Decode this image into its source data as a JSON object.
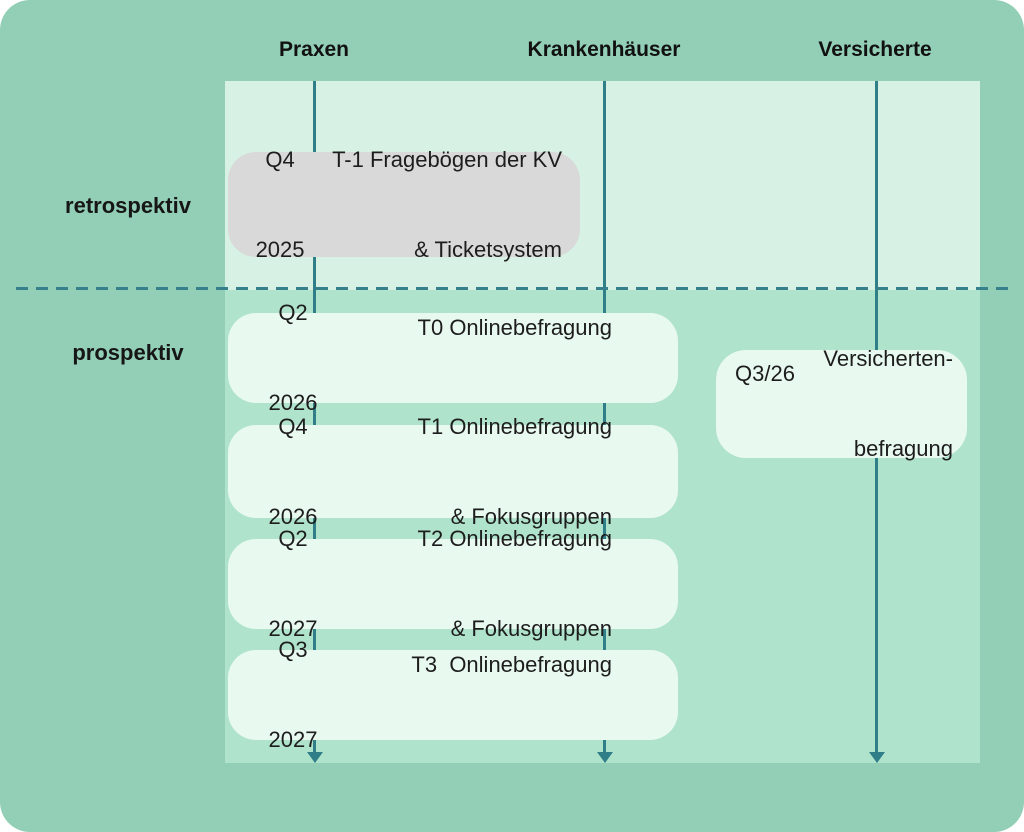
{
  "diagram": {
    "title_hint": "Studiendesign-Zeitplan",
    "columns": [
      {
        "label": "Praxen"
      },
      {
        "label": "Krankenhäuser"
      },
      {
        "label": "Versicherte"
      }
    ],
    "phases": [
      {
        "label": "retrospektiv"
      },
      {
        "label": "prospektiv"
      }
    ],
    "events": [
      {
        "phase": "retrospektiv",
        "column": "Praxen/Krankenhäuser",
        "quarter_line1": "Q4",
        "quarter_line2": "2025",
        "desc_line1": "T-1 Fragebögen der KV",
        "desc_line2": "& Ticketsystem"
      },
      {
        "phase": "prospektiv",
        "column": "Praxen/Krankenhäuser",
        "quarter_line1": "Q2",
        "quarter_line2": "2026",
        "desc_line1": "T0 Onlinebefragung",
        "desc_line2": ""
      },
      {
        "phase": "prospektiv",
        "column": "Versicherte",
        "quarter_line1": "Q3/26",
        "quarter_line2": "",
        "desc_line1": "Versicherten-",
        "desc_line2": "befragung"
      },
      {
        "phase": "prospektiv",
        "column": "Praxen/Krankenhäuser",
        "quarter_line1": "Q4",
        "quarter_line2": "2026",
        "desc_line1": "T1 Onlinebefragung",
        "desc_line2": "& Fokusgruppen"
      },
      {
        "phase": "prospektiv",
        "column": "Praxen/Krankenhäuser",
        "quarter_line1": "Q2",
        "quarter_line2": "2027",
        "desc_line1": "T2 Onlinebefragung",
        "desc_line2": "& Fokusgruppen"
      },
      {
        "phase": "prospektiv",
        "column": "Praxen/Krankenhäuser",
        "quarter_line1": "Q3",
        "quarter_line2": "2027",
        "desc_line1": "T3  Onlinebefragung",
        "desc_line2": ""
      }
    ],
    "colors": {
      "board_background": "#93cfb7",
      "panel_retrospektiv": "#d7f2e5",
      "panel_prospektiv": "#b0e3cc",
      "event_box": "#e8f9f0",
      "event_box_retrospektiv": "#d9d9d9",
      "timeline_teal": "#2f7e88",
      "divider_teal": "#35808a",
      "text": "#1d1d1d"
    }
  }
}
